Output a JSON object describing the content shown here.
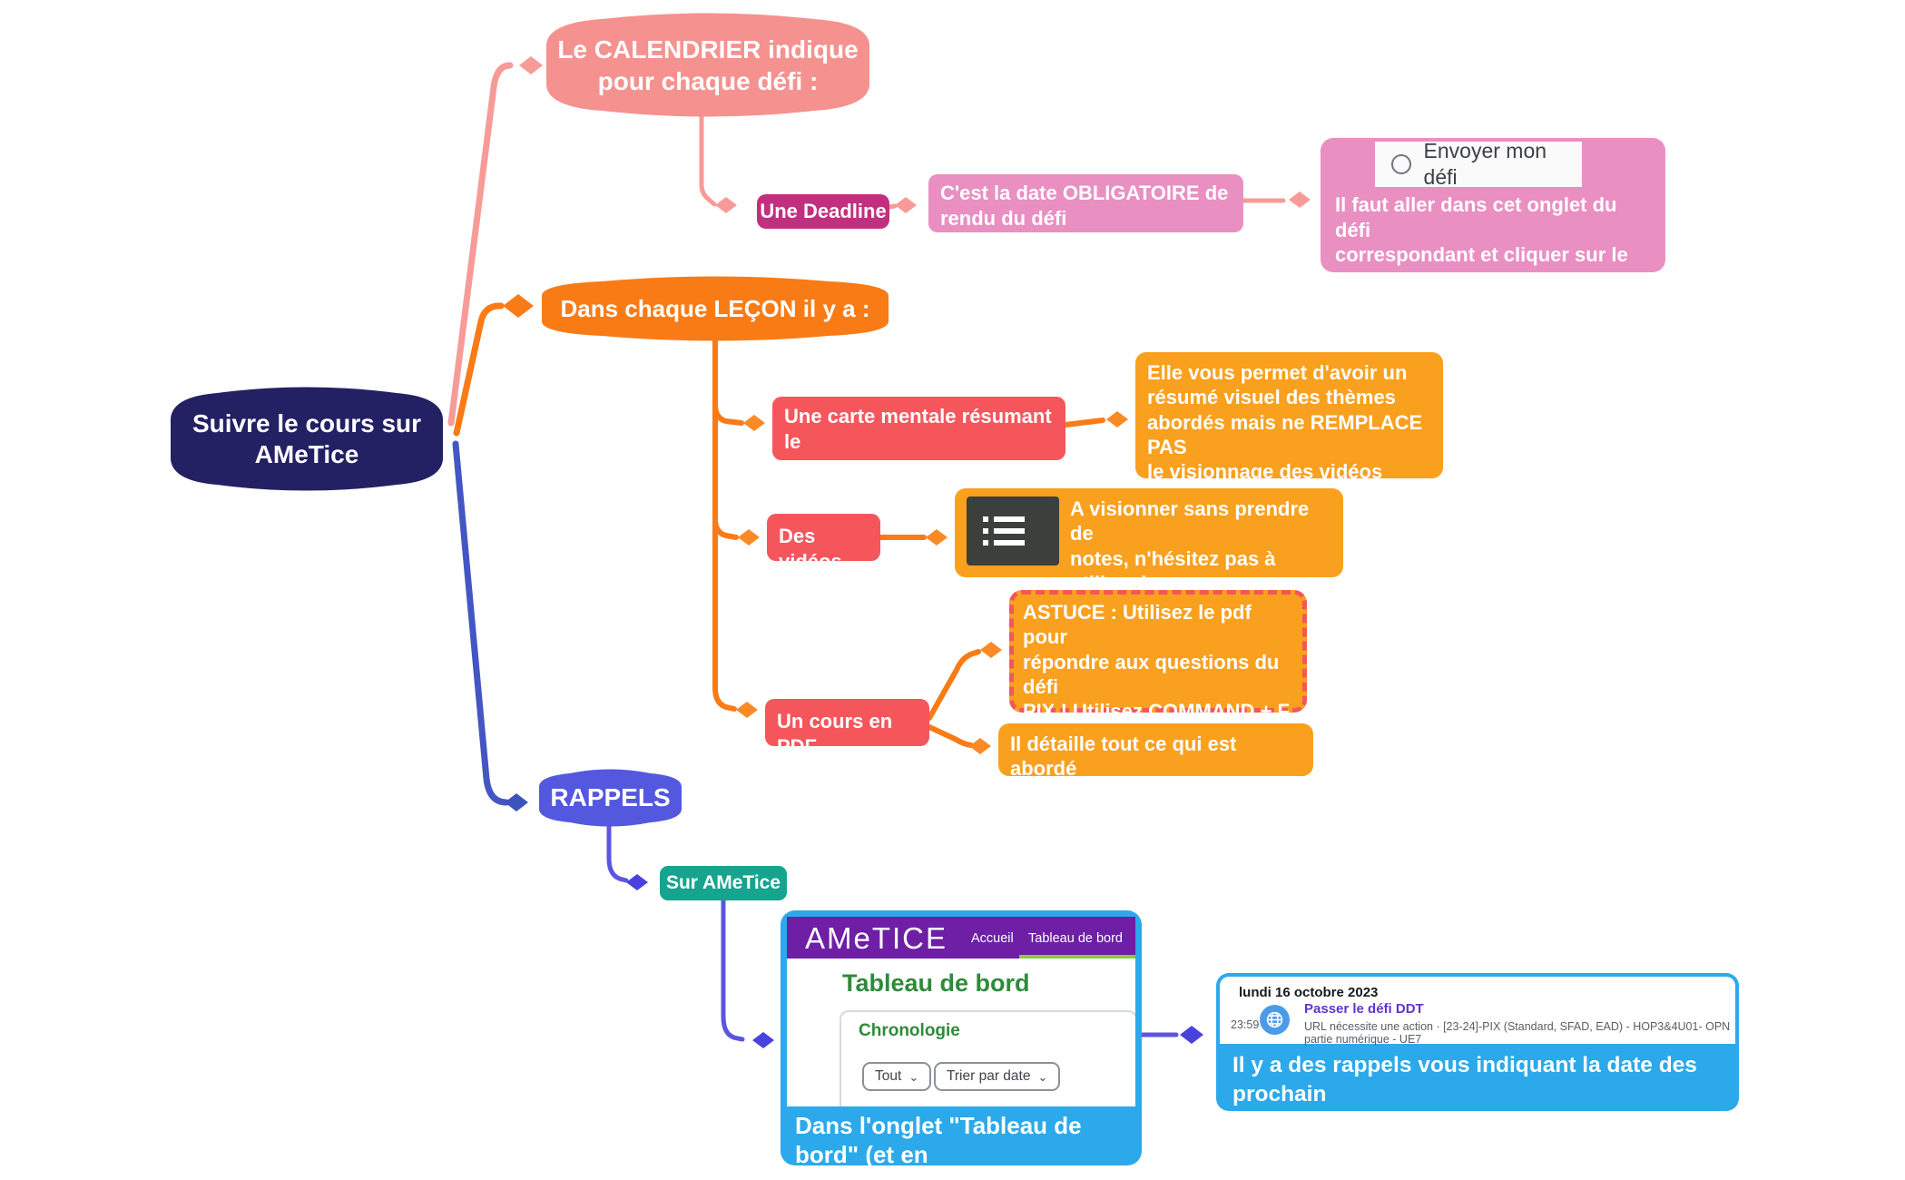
{
  "root": {
    "label": "Suivre le cours sur\nAMeTice"
  },
  "calendar_branch": {
    "node": "Le CALENDRIER indique\npour chaque défi :",
    "deadline_label": "Une Deadline",
    "deadline_info": "C'est la date OBLIGATOIRE de\nrendu du défi",
    "envoyer_tab": "Envoyer mon défi",
    "deadline_detail": "Il faut aller dans cet onglet du défi\ncorrespondant et cliquer sur le\nlien"
  },
  "lesson_branch": {
    "node": "Dans chaque LEÇON il y a :",
    "mindmap_label": "Une carte mentale résumant le\ncours",
    "mindmap_info": "Elle vous permet d'avoir un\nrésumé visuel des thèmes\nabordés mais ne REMPLACE PAS\nle visionnage des vidéos (plus\ndétaillé)",
    "videos_label": "Des vidéos",
    "videos_info": "A visionner sans prendre de\nnotes, n'hésitez pas à utiliser le\nchapitrage de la vidéo (icone ci-\njointe) !",
    "pdf_label": "Un cours en PDF",
    "pdf_tip": "ASTUCE : Utilisez le pdf pour\nrépondre aux questions du défi\nPIX !  Utilisez COMMAND + F\n(CTRL + F) pour chercher des\nmots-clés dans le document !",
    "pdf_info": "Il détaille tout ce qui est abordé\ndans les vidéos"
  },
  "reminders_branch": {
    "node": "RAPPELS",
    "sur_ametice": "Sur AMeTice",
    "ametice_screenshot": {
      "logo": "AMeTICE",
      "nav_home": "Accueil",
      "nav_dashboard": "Tableau de bord",
      "page_title": "Tableau de bord",
      "section_title": "Chronologie",
      "filter_all": "Tout",
      "filter_sort": "Trier par date",
      "caption": "Dans l'onglet \"Tableau de bord\" (et en\nactivant \"tout\")"
    },
    "reminder_screenshot": {
      "date": "lundi 16 octobre 2023",
      "time": "23:59",
      "link": "Passer le défi DDT",
      "details": "URL nécessite une action · [23-24]-PIX (Standard, SFAD, EAD) - HOP3&4U01- OPN partie numérique - UE7",
      "caption": "Il y a des rappels vous indiquant la date des prochain\ndéfis à envoyer"
    }
  },
  "icons": {
    "chevron_down": "⌄",
    "chapter_list": "chapter-list-icon",
    "globe": "globe-icon",
    "radio": "radio-circle-icon"
  },
  "colors": {
    "root_fill": "#232064",
    "calendar_fill": "#F5918F",
    "lesson_fill": "#F97B16",
    "rappels_fill": "#5458DE",
    "deadline_fill": "#C0307F",
    "teal_fill": "#16A48E",
    "red_box": "#F4565C",
    "orange_box": "#F9A01F",
    "pink_box": "#E98FC2",
    "blue_card": "#2BA9EA",
    "moodle_purple": "#6E1FA6",
    "moodle_green": "#2E8B3A",
    "lime_underline": "#8BCB3E",
    "link_purple": "#6333CF"
  }
}
